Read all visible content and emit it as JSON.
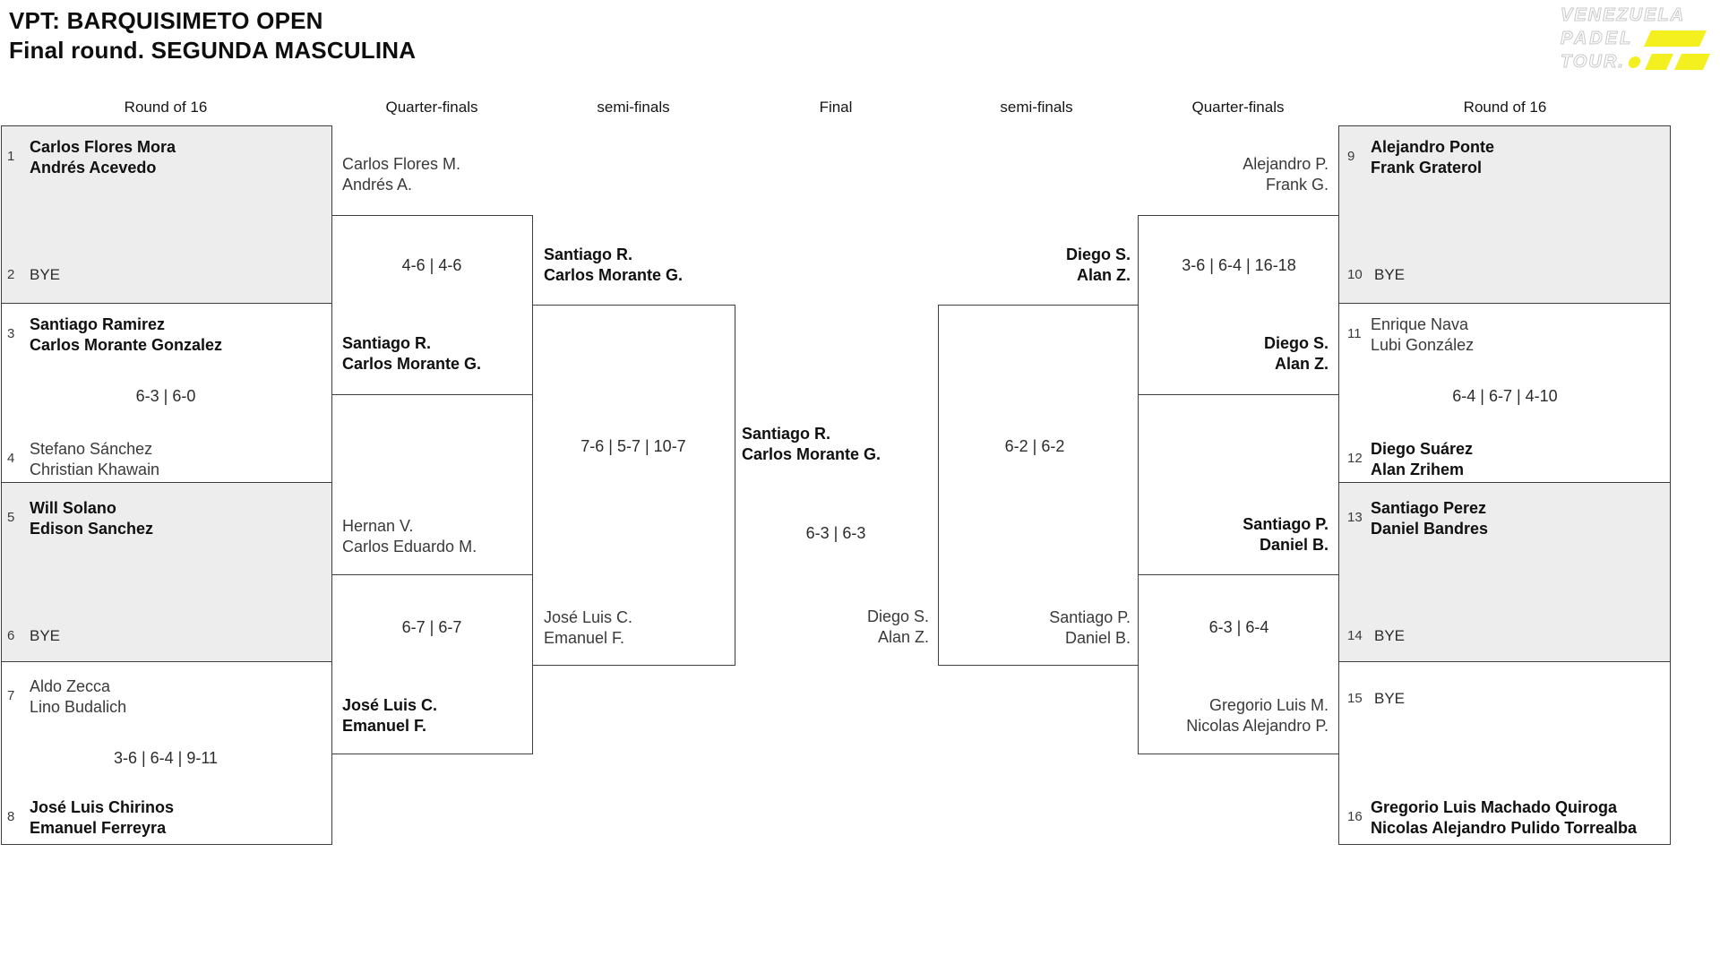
{
  "title": {
    "line1": "VPT: BARQUISIMETO OPEN",
    "line2": "Final round. SEGUNDA MASCULINA"
  },
  "logo": {
    "line1": "VENEZUELA",
    "line2": "PADEL",
    "line3": "TOUR."
  },
  "column_headers": [
    "Round of 16",
    "Quarter-finals",
    "semi-finals",
    "Final",
    "semi-finals",
    "Quarter-finals",
    "Round of 16"
  ],
  "colors": {
    "accent_yellow": "#f4ef1f",
    "bye_box_gray": "#ededed",
    "line_gray": "#3e3e3e"
  },
  "bracket": {
    "left_r16": {
      "entries": [
        {
          "seed": "1",
          "line1": "Carlos Flores Mora",
          "line2": "Andrés Acevedo"
        },
        {
          "seed": "2",
          "line1": "BYE"
        },
        {
          "seed": "3",
          "line1": "Santiago Ramirez",
          "line2": "Carlos Morante Gonzalez"
        },
        {
          "seed": "4",
          "line1": "Stefano Sánchez",
          "line2": "Christian Khawain"
        },
        {
          "seed": "5",
          "line1": "Will Solano",
          "line2": "Edison Sanchez"
        },
        {
          "seed": "6",
          "line1": "BYE"
        },
        {
          "seed": "7",
          "line1": "Aldo Zecca",
          "line2": "Lino Budalich"
        },
        {
          "seed": "8",
          "line1": "José Luis Chirinos",
          "line2": "Emanuel Ferreyra"
        }
      ],
      "scores": [
        "6-3 | 6-0",
        "3-6 | 6-4 | 9-11"
      ]
    },
    "left_qf": {
      "teams": [
        {
          "line1": "Carlos Flores M.",
          "line2": "Andrés A."
        },
        {
          "line1": "Santiago R.",
          "line2": "Carlos Morante G."
        },
        {
          "line1": "Hernan V.",
          "line2": "Carlos Eduardo M."
        },
        {
          "line1": "José Luis C.",
          "line2": "Emanuel F."
        }
      ],
      "scores": [
        "4-6 | 4-6",
        "6-7 | 6-7"
      ]
    },
    "left_sf": {
      "teams": [
        {
          "line1": "Santiago R.",
          "line2": "Carlos Morante G."
        },
        {
          "line1": "José Luis C.",
          "line2": "Emanuel F."
        }
      ],
      "scores": [
        "7-6 | 5-7 | 10-7"
      ]
    },
    "final": {
      "teams": [
        {
          "line1": "Santiago R.",
          "line2": "Carlos Morante G."
        },
        {
          "line1": "Diego S.",
          "line2": "Alan Z."
        }
      ],
      "scores": [
        "6-3 | 6-3"
      ]
    },
    "right_sf": {
      "teams": [
        {
          "line1": "Diego S.",
          "line2": "Alan Z."
        },
        {
          "line1": "Santiago P.",
          "line2": "Daniel B."
        }
      ],
      "scores": [
        "6-2 | 6-2"
      ]
    },
    "right_qf": {
      "teams": [
        {
          "line1": "Alejandro P.",
          "line2": "Frank G."
        },
        {
          "line1": "Diego S.",
          "line2": "Alan Z."
        },
        {
          "line1": "Santiago P.",
          "line2": "Daniel B."
        },
        {
          "line1": "Gregorio Luis M.",
          "line2": "Nicolas Alejandro P."
        }
      ],
      "scores": [
        "3-6 | 6-4 | 16-18",
        "6-3 | 6-4"
      ]
    },
    "right_r16": {
      "entries": [
        {
          "seed": "9",
          "line1": "Alejandro Ponte",
          "line2": "Frank Graterol"
        },
        {
          "seed": "10",
          "line1": "BYE"
        },
        {
          "seed": "11",
          "line1": "Enrique Nava",
          "line2": "Lubi González"
        },
        {
          "seed": "12",
          "line1": "Diego Suárez",
          "line2": "Alan Zrihem"
        },
        {
          "seed": "13",
          "line1": "Santiago Perez",
          "line2": "Daniel Bandres"
        },
        {
          "seed": "14",
          "line1": "BYE"
        },
        {
          "seed": "15",
          "line1": "BYE"
        },
        {
          "seed": "16",
          "line1": "Gregorio Luis Machado Quiroga",
          "line2": "Nicolas Alejandro Pulido Torrealba"
        }
      ],
      "scores": [
        "6-4 | 6-7 | 4-10"
      ]
    }
  }
}
